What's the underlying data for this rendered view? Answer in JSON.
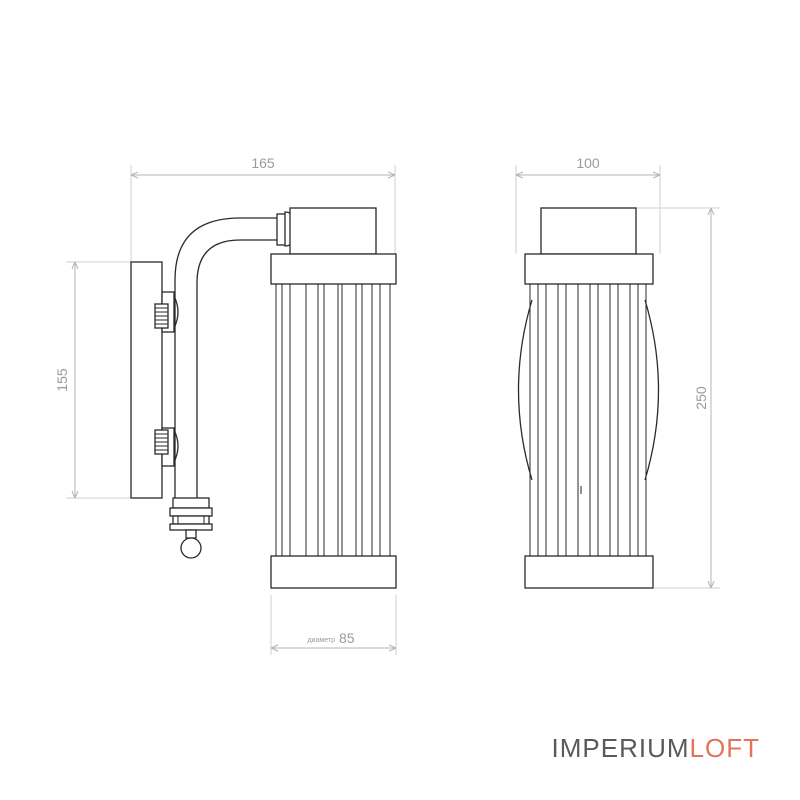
{
  "dimensions": {
    "width_side": "165",
    "width_front": "100",
    "height_backplate": "155",
    "height_total": "250",
    "diameter_label": "диаметр",
    "diameter_value": "85"
  },
  "logo": {
    "part1": "IMPERIUM",
    "part2": "LOFT",
    "color1": "#5a5a5a",
    "color2": "#e5735a"
  }
}
